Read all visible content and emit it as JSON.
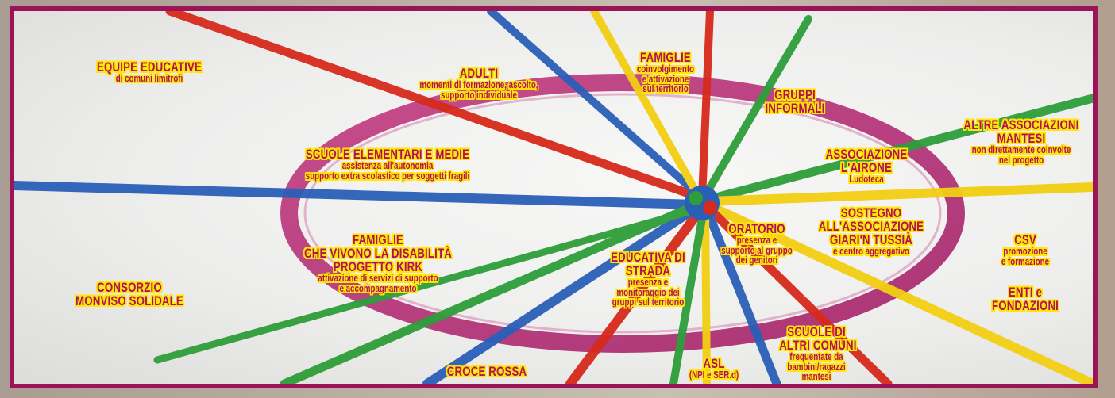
{
  "colors": {
    "frame": "#9b1458",
    "text": "#b0105e",
    "outline": "#ffe600",
    "ring": "#b3186a",
    "strings": [
      "#d62a1c",
      "#2a5fb8",
      "#2e9e3a",
      "#f2cf12"
    ]
  },
  "nodes": {
    "equipe": {
      "title": [
        "EQUIPE EDUCATIVE"
      ],
      "sub": [
        "di comuni limitrofi"
      ]
    },
    "adulti": {
      "title": [
        "ADULTI"
      ],
      "sub": [
        "momenti di formazione, ascolto,",
        "supporto individuale"
      ]
    },
    "famiglie_top": {
      "title": [
        "FAMIGLIE"
      ],
      "sub": [
        "coinvolgimento",
        "e attivazione",
        "sul territorio"
      ]
    },
    "gruppi": {
      "title": [
        "GRUPPI",
        "INFORMALI"
      ],
      "sub": []
    },
    "altre_assoc": {
      "title": [
        "ALTRE ASSOCIAZIONI",
        "MANTESI"
      ],
      "sub": [
        "non direttamente coinvolte",
        "nel progetto"
      ]
    },
    "scuole": {
      "title": [
        "SCUOLE ELEMENTARI E MEDIE"
      ],
      "sub": [
        "assistenza all'autonomia",
        "supporto extra scolastico per soggetti fragili"
      ]
    },
    "airone": {
      "title": [
        "ASSOCIAZIONE",
        "L'AIRONE"
      ],
      "sub": [
        "Ludoteca"
      ]
    },
    "sostegno": {
      "title": [
        "SOSTEGNO",
        "ALL'ASSOCIAZIONE",
        "GIARI'N TUSSIÀ"
      ],
      "sub": [
        "e centro aggregativo"
      ]
    },
    "oratorio": {
      "title": [
        "ORATORIO"
      ],
      "sub": [
        "presenza e",
        "supporto al gruppo",
        "dei genitori"
      ]
    },
    "famiglie_dis": {
      "title": [
        "FAMIGLIE",
        "CHE VIVONO LA DISABILITÀ",
        "PROGETTO KIRK"
      ],
      "sub": [
        "attivazione di servizi di supporto",
        "e accompagnamento"
      ]
    },
    "educativa": {
      "title": [
        "EDUCATIVA DI",
        "STRADA"
      ],
      "sub": [
        "presenza e",
        "monitoraggio dei",
        "gruppi sul territorio"
      ]
    },
    "csv": {
      "title": [
        "CSV"
      ],
      "sub": [
        "promozione",
        "e formazione"
      ]
    },
    "enti": {
      "title": [
        "ENTI e",
        "FONDAZIONI"
      ],
      "sub": []
    },
    "consorzio": {
      "title": [
        "CONSORZIO",
        "MONVISO SOLIDALE"
      ],
      "sub": []
    },
    "croce": {
      "title": [
        "CROCE ROSSA"
      ],
      "sub": []
    },
    "asl": {
      "title": [
        "ASL"
      ],
      "sub": [
        "(NPI e SER.d)"
      ]
    },
    "scuole_altri": {
      "title": [
        "SCUOLE DI",
        "ALTRI COMUNI"
      ],
      "sub": [
        "frequentate da",
        "bambini/ragazzi",
        "mantesi"
      ]
    }
  }
}
